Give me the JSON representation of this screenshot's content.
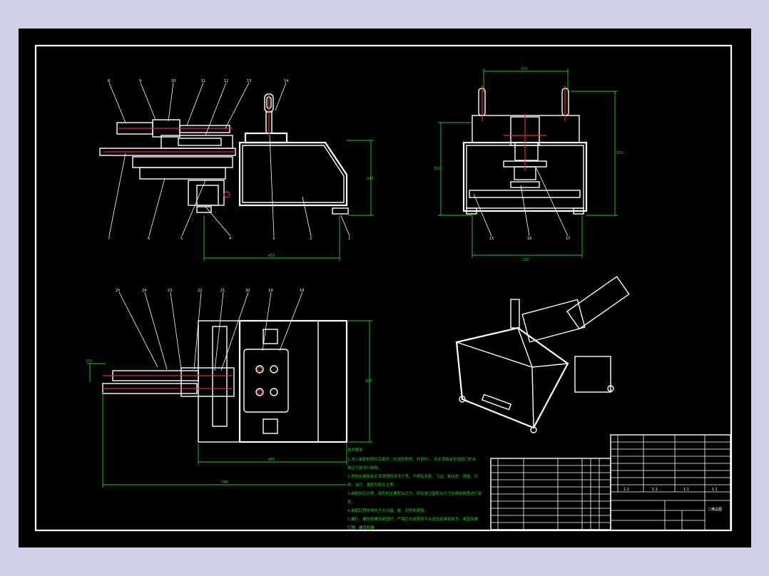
{
  "balloons": {
    "front_top": [
      "8",
      "9",
      "10",
      "11",
      "12",
      "13",
      "14"
    ],
    "front_bottom": [
      "7",
      "6",
      "5",
      "4",
      "3",
      "2",
      "1"
    ],
    "side_bottom": [
      "15",
      "16",
      "17"
    ],
    "top_view": [
      "25",
      "24",
      "23",
      "22",
      "21",
      "20",
      "19",
      "18"
    ]
  },
  "dimensions": {
    "front_width": "450",
    "front_height": "245",
    "side_top": "320",
    "side_bottom": "330",
    "side_left": "310",
    "side_right": "350",
    "top_inner": "480",
    "top_overall": "786",
    "top_right": "400",
    "top_left": "100"
  },
  "notes": [
    "技术要求",
    "1.进入装配的零件及部件（包括外购件、外协件），均必须具有检验部门的合",
    "格证方能进行装配。",
    "2.零件在装配前必须清理和清洗干净，不得有毛刺、飞边、氧化皮、锈蚀、切",
    "屑、油污、着色剂和灰尘等。",
    "3.装配前应对零、部件的主要配合尺寸，特别是过盈配合尺寸及相关精度进行复",
    "查。",
    "4.装配过程中零件不允许磕、碰、划伤和锈蚀。",
    "5.螺钉、螺栓和螺母紧固时，严禁打击或使用不合适的旋具和扳手。紧固后螺",
    "钉槽、螺母和螺"
  ],
  "title_block": {
    "drawing_name": "二维总图",
    "scale_row": [
      "1:2",
      "1:1",
      "1:1",
      "1:1"
    ]
  },
  "colors": {
    "background": "#cfd0e6",
    "sheet": "#000000",
    "lines": "#ffffff",
    "dimension": "#19d219",
    "centerline": "#e43030"
  }
}
